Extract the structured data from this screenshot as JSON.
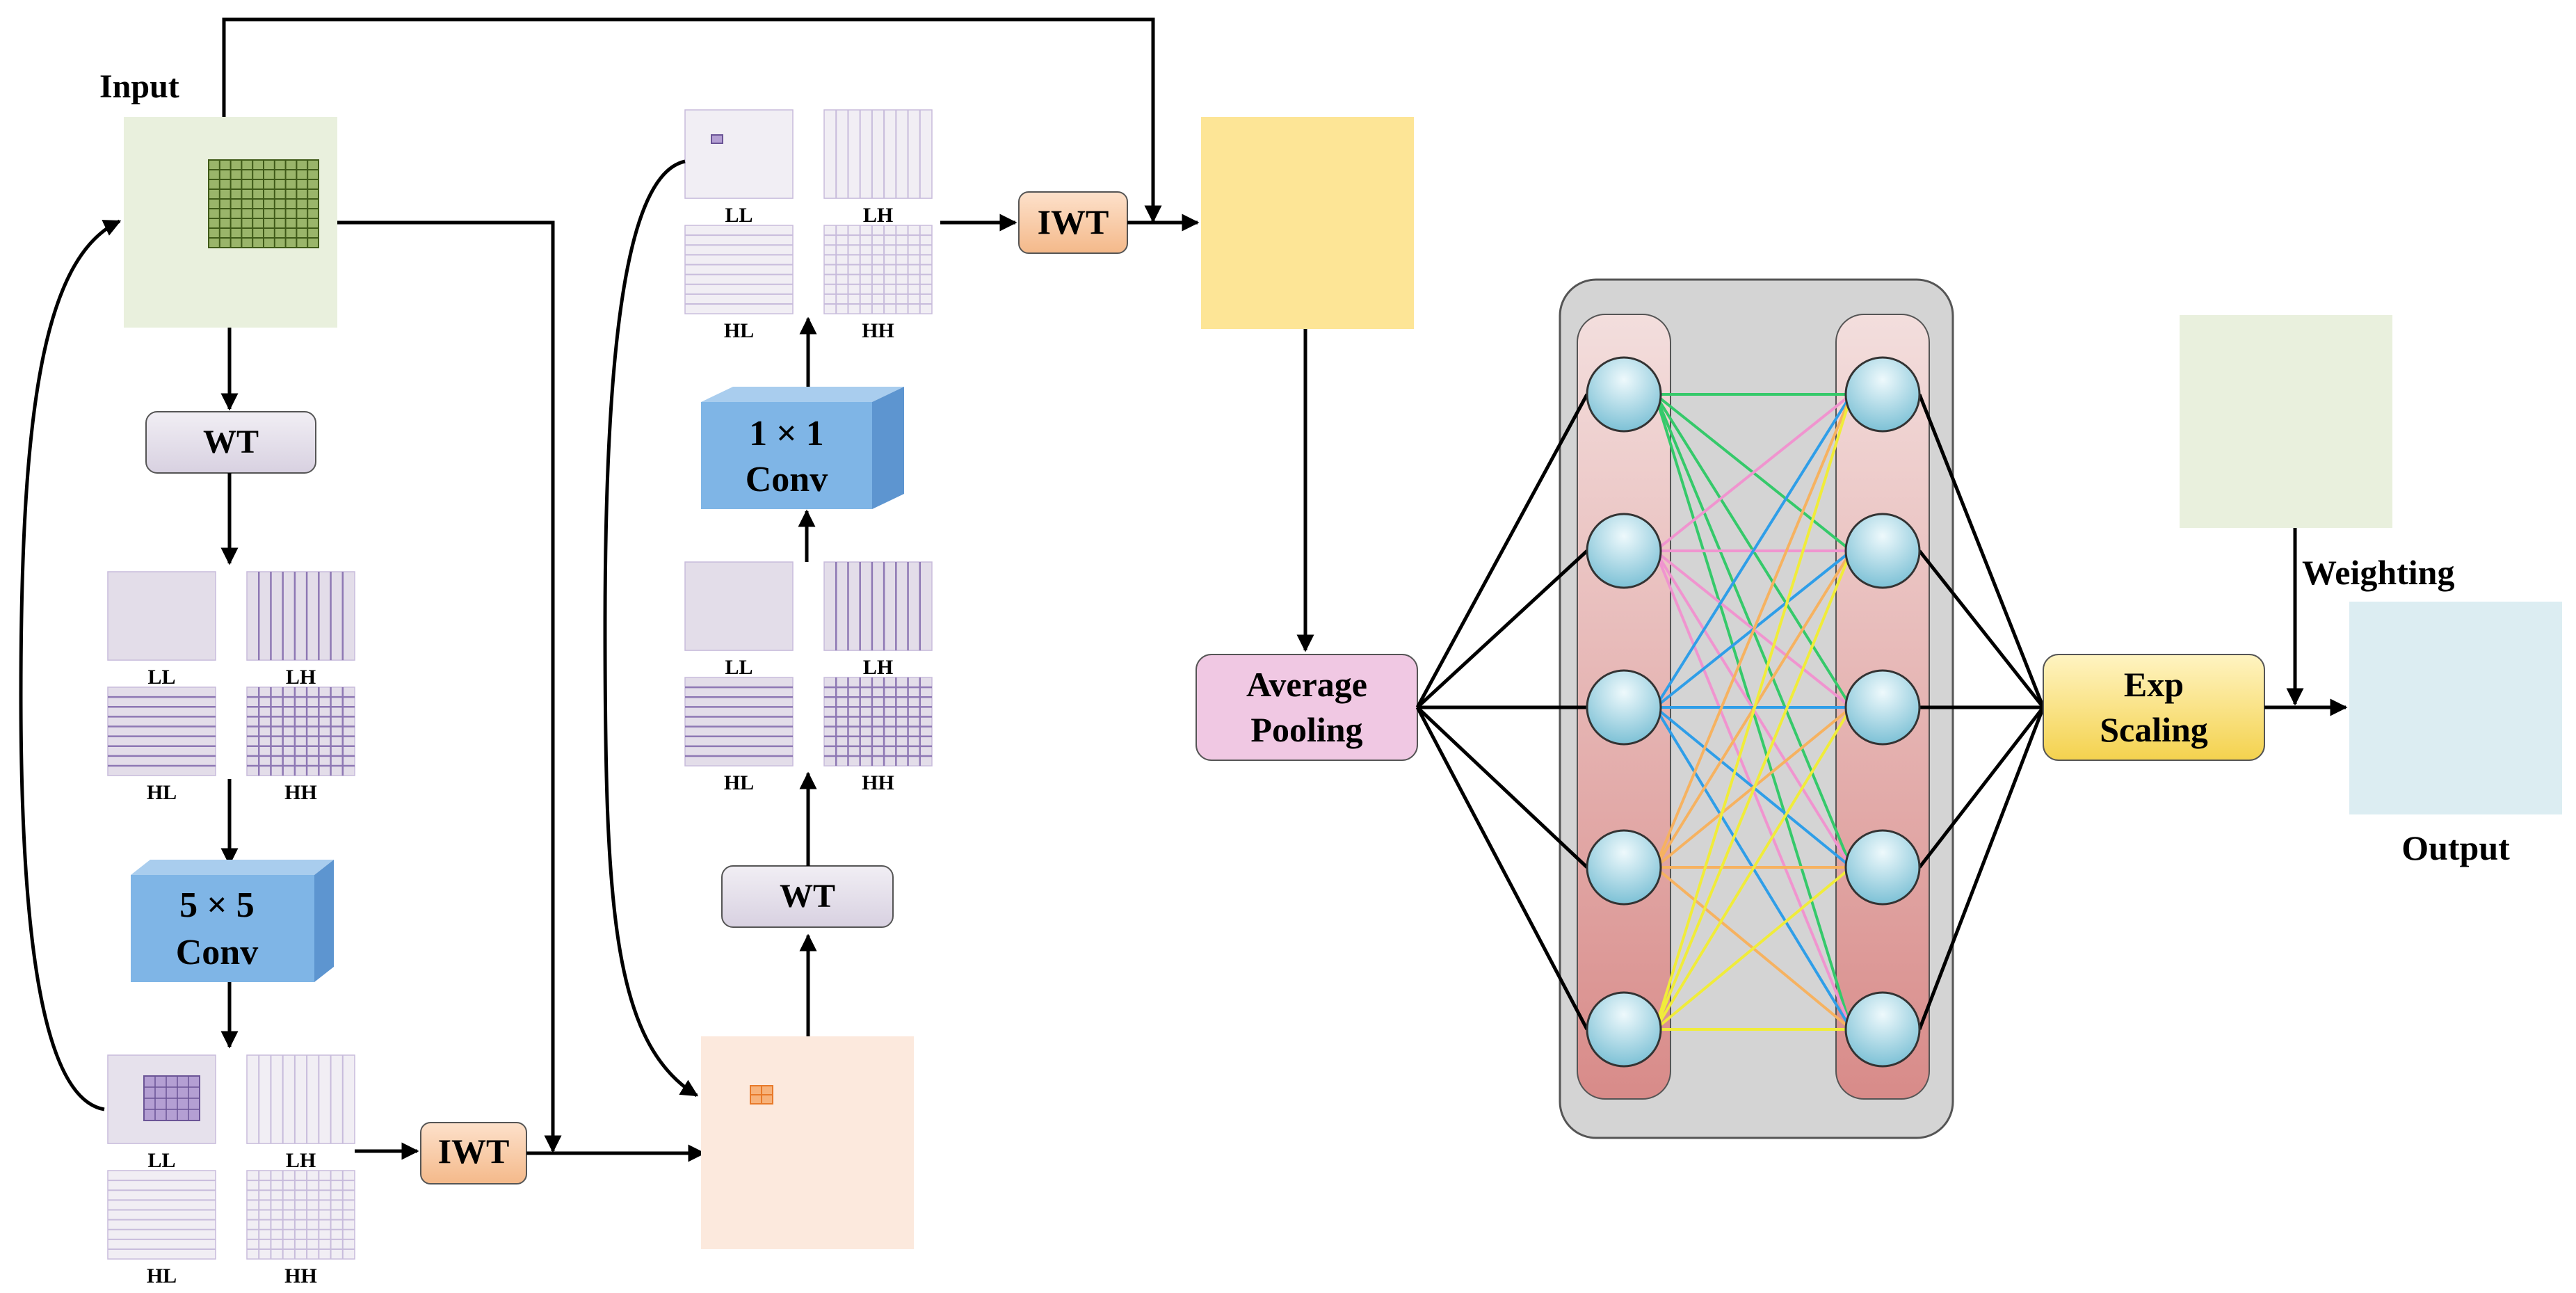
{
  "labels": {
    "input": "Input",
    "output": "Output",
    "weighting": "Weighting",
    "wt_left": "WT",
    "wt_mid": "WT",
    "iwt_bottom": "IWT",
    "iwt_top": "IWT",
    "conv5_line1": "5 × 5",
    "conv5_line2": "Conv",
    "conv1_line1": "1 × 1",
    "conv1_line2": "Conv",
    "avgpool_line1": "Average",
    "avgpool_line2": "Pooling",
    "exp_line1": "Exp",
    "exp_line2": "Scaling"
  },
  "subbands": {
    "ll": "LL",
    "lh": "LH",
    "hl": "HL",
    "hh": "HH"
  },
  "colors": {
    "input_fill": "#e9f0dd",
    "input_grid": "#9ab56a",
    "input_grid_line": "#3f5a18",
    "subband_fill": "#e3dde9",
    "subband_light": "#f1eef4",
    "wt_fill": "#e6e1ec",
    "iwt_fill": "#f8c9a6",
    "conv_front": "#7fb5e6",
    "conv_side": "#5d95d0",
    "merge_fill": "#fce9dd",
    "merge_mark": "#f29a55",
    "yellow_fill": "#fde596",
    "avgpool_fill": "#f0c8e3",
    "fc_panel": "#d4d4d4",
    "fc_column_top": "#f3dedd",
    "fc_column_bottom": "#d88b89",
    "neuron_top": "#e6f6fa",
    "neuron_bottom": "#7fc4d8",
    "exp_top": "#fff4bf",
    "exp_bottom": "#f6d65a",
    "weight_fill": "#e9f0dd",
    "output_fill": "#dcedf2",
    "edge_colors": [
      "#35c96a",
      "#f094cf",
      "#2f9ee8",
      "#f6b260",
      "#f0ec3a"
    ]
  },
  "icons": {
    "conv_block": "3d-box-icon",
    "neuron": "circle-icon"
  }
}
